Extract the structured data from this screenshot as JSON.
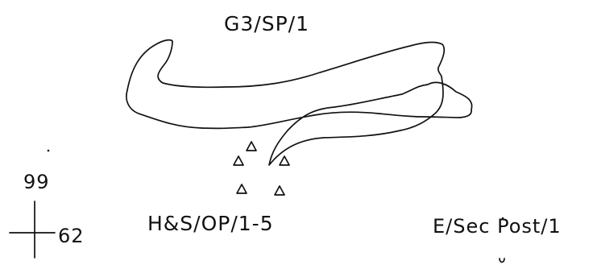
{
  "labels": {
    "top": "G3/SP/1",
    "grid_north": "99",
    "grid_east": "62",
    "center": "H&S/OP/1-5",
    "right": "E/Sec Post/1"
  },
  "colors": {
    "ink": "#111111",
    "background": "#ffffff"
  }
}
